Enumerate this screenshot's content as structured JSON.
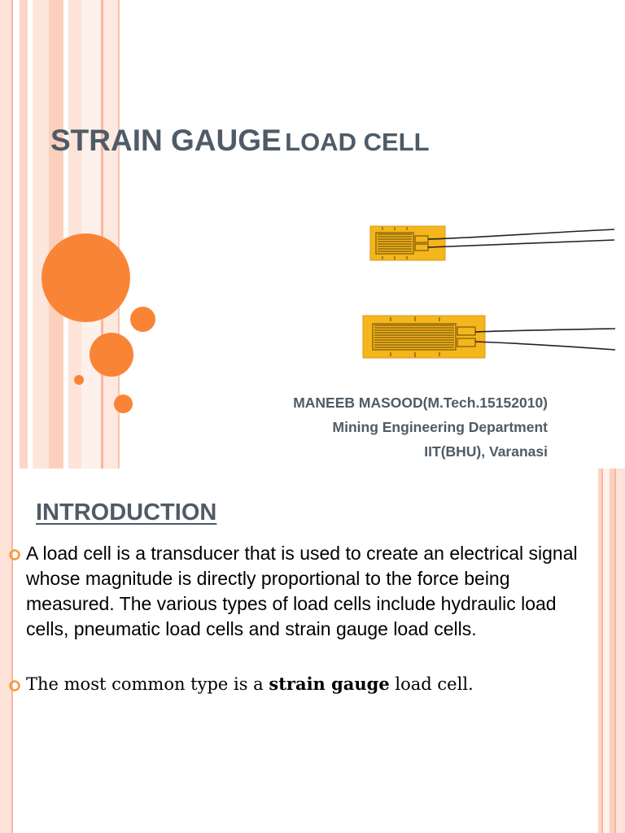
{
  "slide1": {
    "title_large": "STRAIN GAUGE",
    "title_small": "LOAD CELL",
    "author_name": "MANEEB MASOOD(M.Tech.15152010)",
    "department": "Mining Engineering Department",
    "institution": "IIT(BHU), Varanasi",
    "accent_color": "#fa8436",
    "title_color": "#4f5b66"
  },
  "slide2": {
    "heading": "INTRODUCTION",
    "bullet1": "A load cell is a transducer that is used to create an electrical signal whose magnitude is directly proportional to the force being measured. The various types of load cells include hydraulic load cells, pneumatic load cells and strain gauge load cells.",
    "bullet2_before": "The most common type is a ",
    "bullet2_bold": "strain gauge",
    "bullet2_after": " load cell.",
    "bullet_icon": "ring-bullet-icon"
  }
}
